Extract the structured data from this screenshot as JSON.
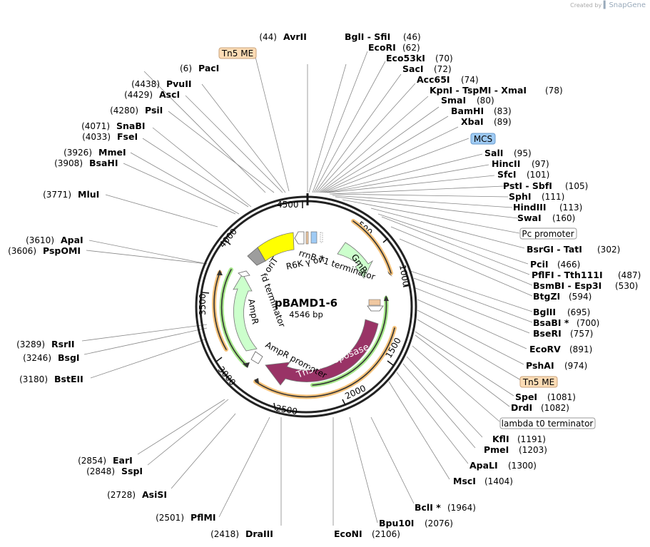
{
  "plasmid": {
    "name": "pBAMD1-6",
    "length_label": "4546 bp",
    "length": 4546
  },
  "credit": {
    "text": "Created by",
    "brand": "SnapGene"
  },
  "ticks": [
    "500",
    "1000",
    "1500",
    "2000",
    "2500",
    "3000",
    "3500",
    "4000",
    "4500"
  ],
  "features": [
    {
      "name": "rrnB T1 terminator"
    },
    {
      "name": "R6K γ ori"
    },
    {
      "name": "oriT"
    },
    {
      "name": "GmR"
    },
    {
      "name": "fd terminator"
    },
    {
      "name": "AmpR"
    },
    {
      "name": "AmpR promoter"
    },
    {
      "name": "Tn5 transposase"
    }
  ],
  "boxed_features": [
    {
      "name": "Tn5 ME"
    },
    {
      "name": "MCS"
    },
    {
      "name": "Pc promoter"
    },
    {
      "name": "Tn5 ME"
    },
    {
      "name": "lambda t0 terminator"
    }
  ],
  "sites_right": [
    {
      "name": "BglI  - SfiI",
      "pos": "(46)"
    },
    {
      "name": "EcoRI",
      "pos": "(62)"
    },
    {
      "name": "Eco53kI",
      "pos": "(70)"
    },
    {
      "name": "SacI",
      "pos": "(72)"
    },
    {
      "name": "Acc65I",
      "pos": "(74)"
    },
    {
      "name": "KpnI  - TspMI  - XmaI",
      "pos": "(78)"
    },
    {
      "name": "SmaI",
      "pos": "(80)"
    },
    {
      "name": "BamHI",
      "pos": "(83)"
    },
    {
      "name": "XbaI",
      "pos": "(89)"
    },
    {
      "name": "SalI",
      "pos": "(95)"
    },
    {
      "name": "HincII",
      "pos": "(97)"
    },
    {
      "name": "SfcI",
      "pos": "(101)"
    },
    {
      "name": "PstI  - SbfI",
      "pos": "(105)"
    },
    {
      "name": "SphI",
      "pos": "(111)"
    },
    {
      "name": "HindIII",
      "pos": "(113)"
    },
    {
      "name": "SwaI",
      "pos": "(160)"
    },
    {
      "name": "BsrGI  - TatI",
      "pos": "(302)"
    },
    {
      "name": "PciI",
      "pos": "(466)"
    },
    {
      "name": "PflFI  - Tth111I",
      "pos": "(487)"
    },
    {
      "name": "BsmBI  - Esp3I",
      "pos": "(530)"
    },
    {
      "name": "BtgZI",
      "pos": "(594)"
    },
    {
      "name": "BglII",
      "pos": "(695)"
    },
    {
      "name": "BsaBI *",
      "pos": "(700)"
    },
    {
      "name": "BseRI",
      "pos": "(757)"
    },
    {
      "name": "EcoRV",
      "pos": "(891)"
    },
    {
      "name": "PshAI",
      "pos": "(974)"
    },
    {
      "name": "SpeI",
      "pos": "(1081)"
    },
    {
      "name": "DrdI",
      "pos": "(1082)"
    },
    {
      "name": "KflI",
      "pos": "(1191)"
    },
    {
      "name": "PmeI",
      "pos": "(1203)"
    },
    {
      "name": "ApaLI",
      "pos": "(1300)"
    },
    {
      "name": "MscI",
      "pos": "(1404)"
    },
    {
      "name": "BclI *",
      "pos": "(1964)"
    },
    {
      "name": "Bpu10I",
      "pos": "(2076)"
    },
    {
      "name": "EcoNI",
      "pos": "(2106)"
    }
  ],
  "sites_left": [
    {
      "name": "AvrII",
      "pos": "(44)"
    },
    {
      "name": "PacI",
      "pos": "(6)"
    },
    {
      "name": "PvuII",
      "pos": "(4438)"
    },
    {
      "name": "AscI",
      "pos": "(4429)"
    },
    {
      "name": "PsiI",
      "pos": "(4280)"
    },
    {
      "name": "SnaBI",
      "pos": "(4071)"
    },
    {
      "name": "FseI",
      "pos": "(4033)"
    },
    {
      "name": "MmeI",
      "pos": "(3926)"
    },
    {
      "name": "BsaHI",
      "pos": "(3908)"
    },
    {
      "name": "MluI",
      "pos": "(3771)"
    },
    {
      "name": "ApaI",
      "pos": "(3610)"
    },
    {
      "name": "PspOMI",
      "pos": "(3606)"
    },
    {
      "name": "RsrII",
      "pos": "(3289)"
    },
    {
      "name": "BsgI",
      "pos": "(3246)"
    },
    {
      "name": "BstEII",
      "pos": "(3180)"
    },
    {
      "name": "EarI",
      "pos": "(2854)"
    },
    {
      "name": "SspI",
      "pos": "(2848)"
    },
    {
      "name": "AsiSI",
      "pos": "(2728)"
    },
    {
      "name": "PflMI",
      "pos": "(2501)"
    },
    {
      "name": "DraIII",
      "pos": "(2418)"
    }
  ],
  "colors": {
    "backbone": "#222222",
    "orit": "#ffff00",
    "r6k": "#9d9d9d",
    "gmr": "#ccffcc",
    "ampr": "#ccffcc",
    "tn5": "#993366",
    "primer_orange": "#f5c27a",
    "primer_green": "#a6e88a",
    "mcs_box": "#9fcbf5",
    "tn5me_box": "#fcdcb5"
  }
}
